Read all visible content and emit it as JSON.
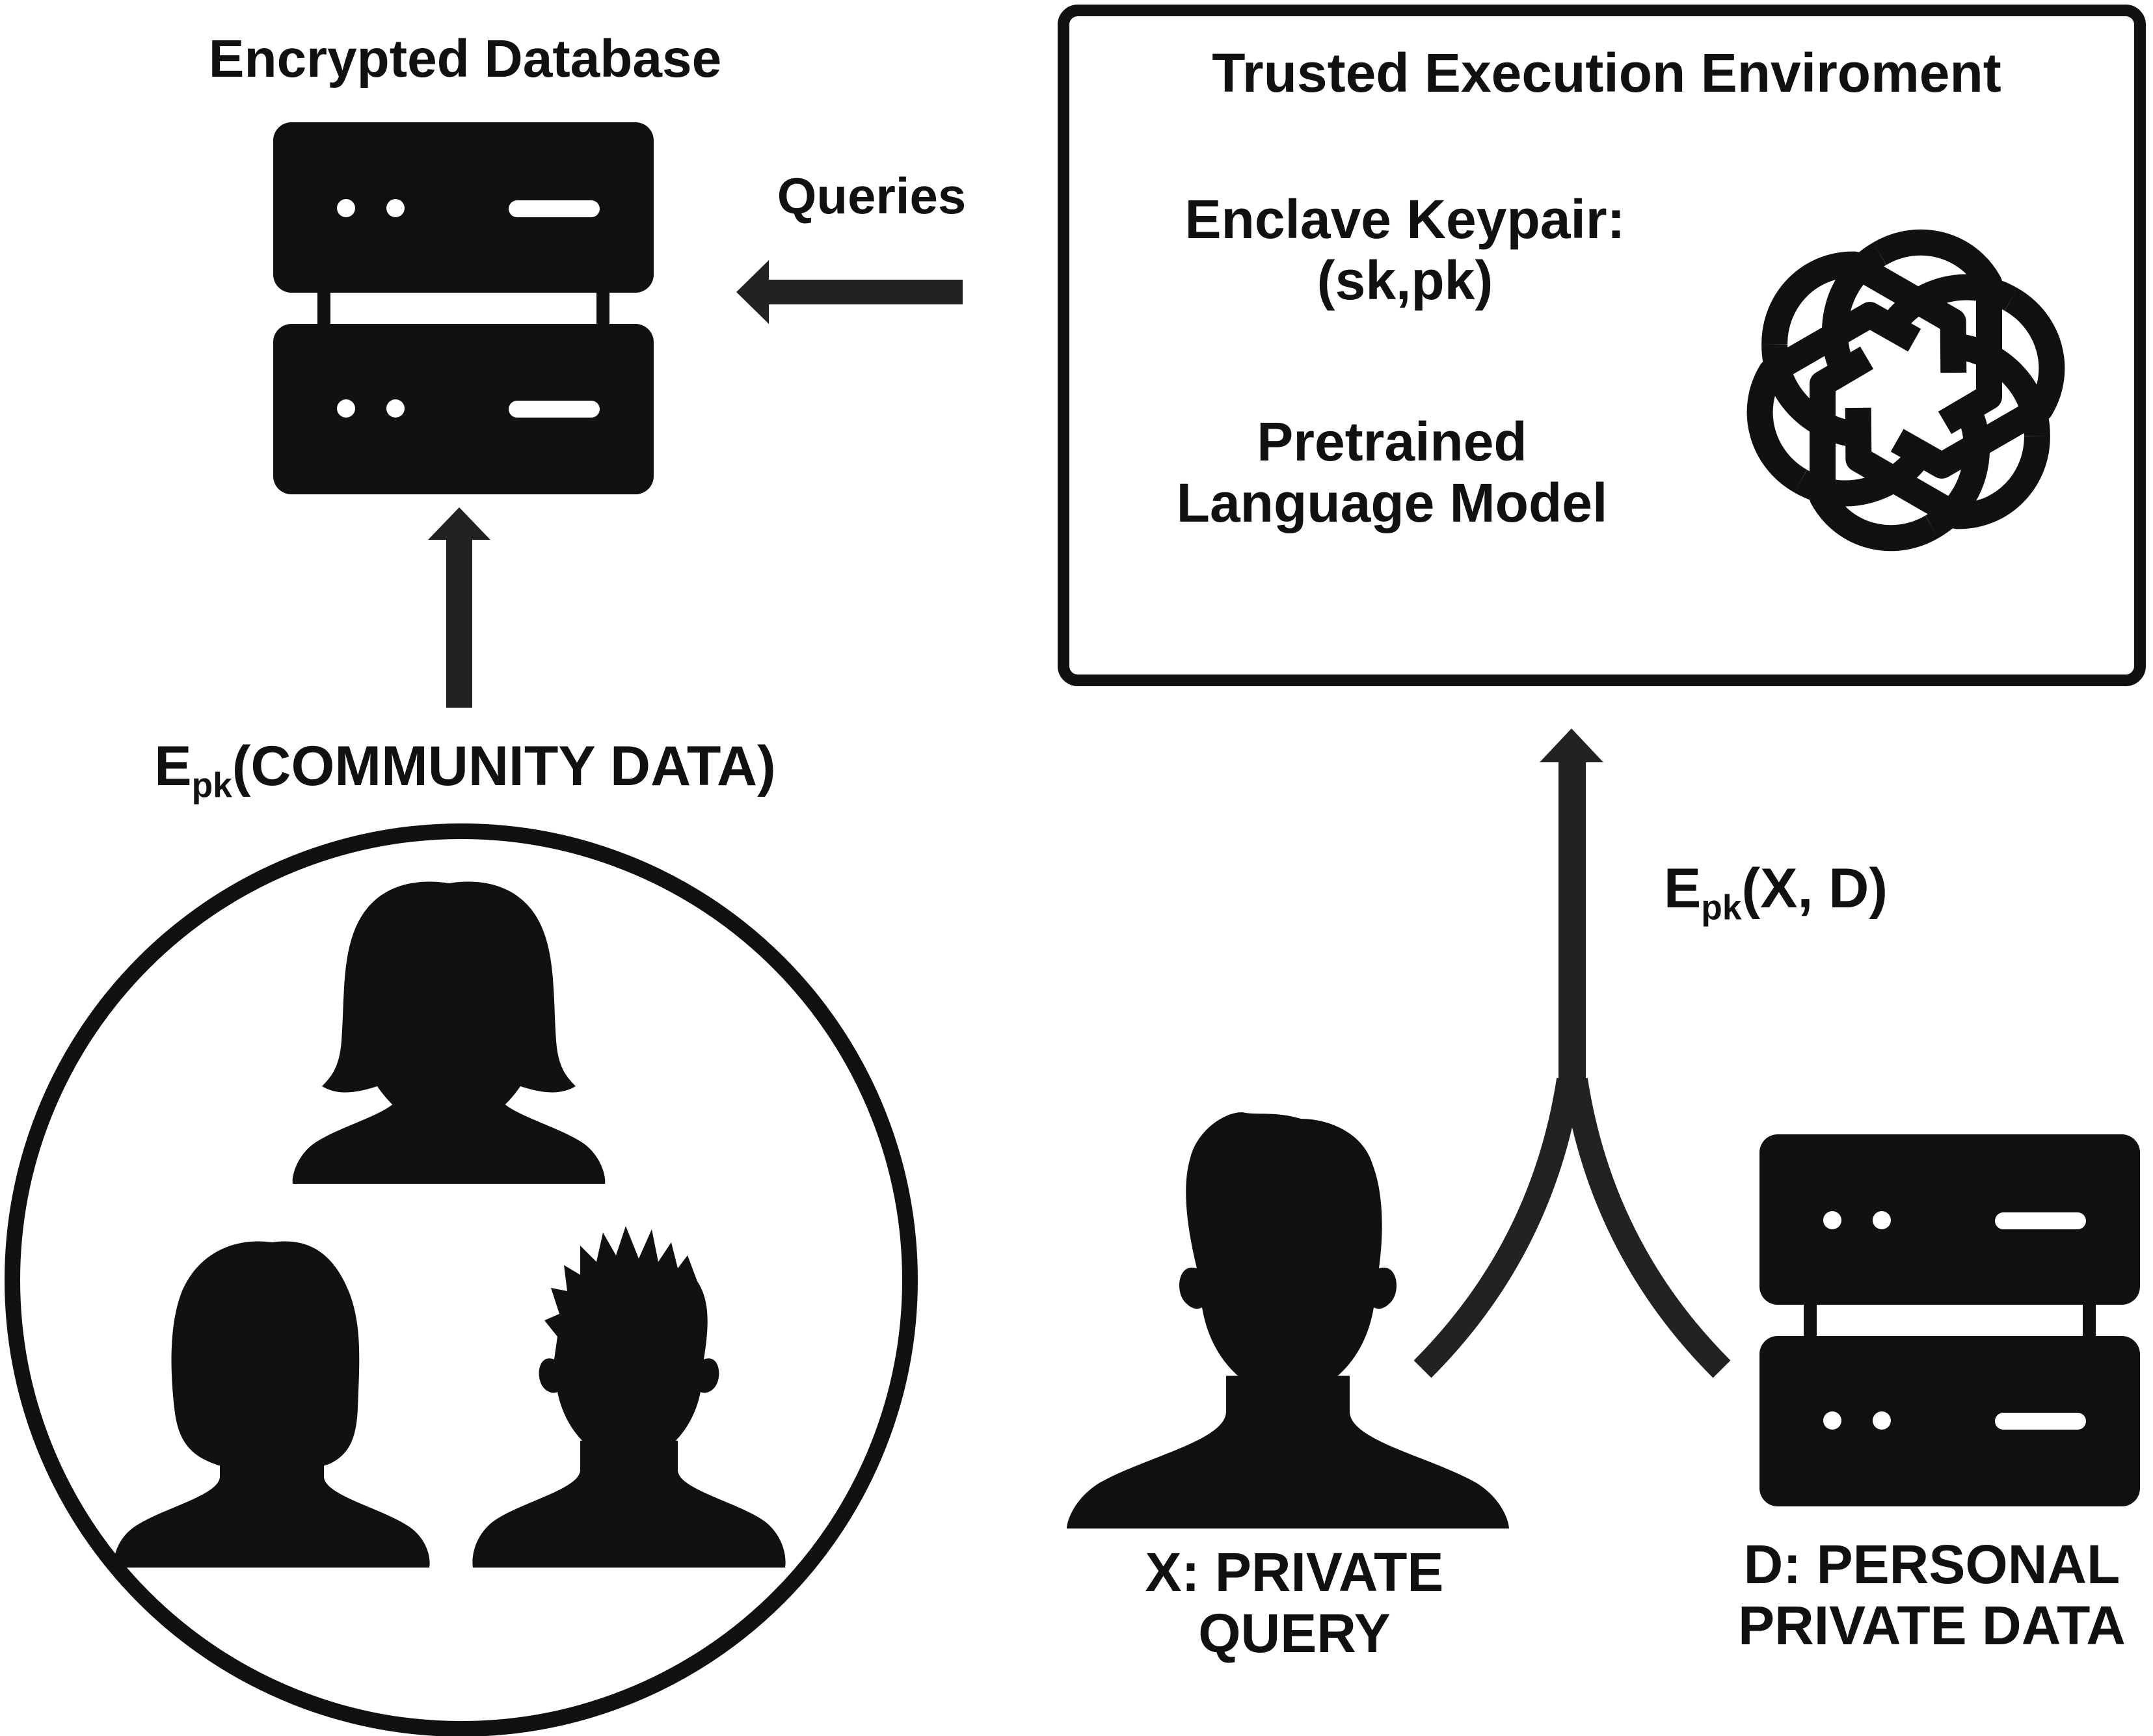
{
  "colors": {
    "ink": "#111111",
    "arrow": "#222222",
    "background": "#ffffff"
  },
  "database_title": "Encrypted Database",
  "queries_label": "Queries",
  "community_label": {
    "prefix": "E",
    "subscript": "pk",
    "rest": "(COMMUNITY DATA)"
  },
  "tee": {
    "title": "Trusted Execution Enviroment",
    "keypair_line1": "Enclave Keypair:",
    "keypair_line2": "(sk,pk)",
    "model_line1": "Pretrained",
    "model_line2": "Language Model"
  },
  "encrypted_input_label": {
    "prefix": "E",
    "subscript": "pk",
    "rest": "(X, D)"
  },
  "private_query_label": {
    "line1": "X: PRIVATE",
    "line2": "QUERY"
  },
  "personal_data_label": {
    "line1": "D: PERSONAL",
    "line2": "PRIVATE DATA"
  },
  "icons": {
    "encrypted_database": "server-icon",
    "personal_data": "server-icon",
    "language_model": "openai-logo-icon",
    "private_query_user": "person-icon",
    "community": "people-group-icon"
  }
}
